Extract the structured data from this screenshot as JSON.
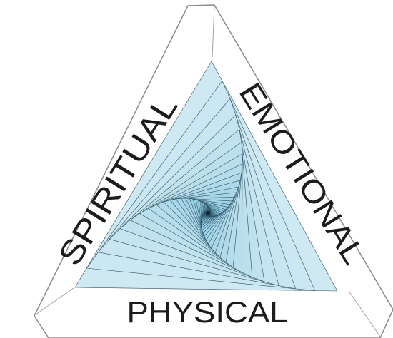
{
  "labels": {
    "left": "SPIRITUAL",
    "right": "EMOTIONAL",
    "bottom": "PHYSICAL"
  },
  "colors": {
    "background": "#ffffff",
    "frame_fill": "#ffffff",
    "frame_outline": "#8a8a8a",
    "spiral_light": "#cfe9f3",
    "spiral_mid": "#8cc9df",
    "spiral_dark": "#2b6f90",
    "spiral_line": "#2d4f60",
    "label": "#1c1c1c"
  }
}
